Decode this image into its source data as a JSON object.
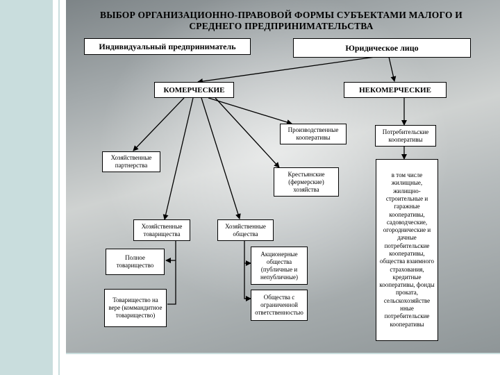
{
  "title": "ВЫБОР ОРГАНИЗАЦИОННО-ПРАВОВОЙ ФОРМЫ СУБЪЕКТАМИ МАЛОГО И СРЕДНЕГО ПРЕДПРИНИМАТЕЛЬСТВА",
  "nodes": {
    "individual": "Индивидуальный предприниматель",
    "legal_entity": "Юридическое лицо",
    "commercial": "КОМЕРЧЕСКИЕ",
    "noncommercial": "НЕКОМЕРЧЕСКИЕ",
    "production_coops": "Производственные кооперативы",
    "consumer_coops": "Потребительские кооперативы",
    "business_partnerships": "Хозяйственные партнерства",
    "peasant_farms": "Крестьянские (фермерские) хозяйства",
    "business_partnerships_2": "Хозяйственные товарищества",
    "business_companies": "Хозяйственные общества",
    "full_partnership": "Полное товарищество",
    "limited_partnership": "Товарищество на вере (коммандитное товарищество)",
    "joint_stock": "Акционерные общества (публичные и непубличные)",
    "llc": "Общества с ограниченной ответственностью",
    "consumer_list": "в том числе жилищные, жилищно-строительные и гаражные кооперативы, садоводческие, огороднические и дачные потребительские кооперативы, общества взаимного страхования, кредитные кооперативы, фонды проката, сельскохозяйстве нные потребительские кооперативы"
  }
}
